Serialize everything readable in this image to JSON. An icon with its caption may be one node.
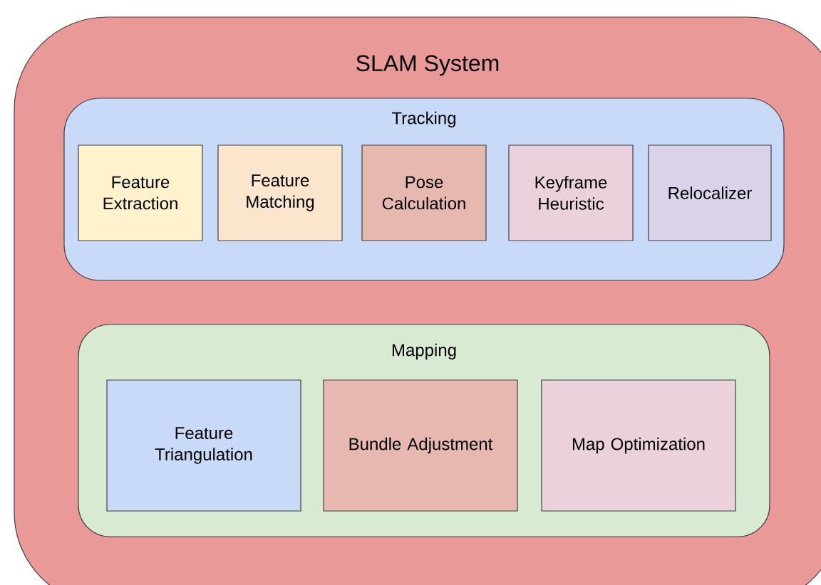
{
  "diagram": {
    "nodes": [
      {
        "text": [
          "SLAM System"
        ]
      },
      {
        "text": [
          "Tracking"
        ],
        "in": 0
      },
      {
        "text": [
          "Feature Extraction"
        ],
        "in": 1
      },
      {
        "text": [
          "Feature Matching"
        ],
        "in": 1
      },
      {
        "text": [
          "Pose Calculation"
        ],
        "in": 1
      },
      {
        "text": [
          "Keyframe Heuristic"
        ],
        "in": 1
      },
      {
        "text": [
          "Relocalizer"
        ],
        "in": 1
      },
      {
        "text": [
          "Mapping"
        ],
        "in": 0
      },
      {
        "text": [
          "Feature Triangulation"
        ],
        "in": 7
      },
      {
        "text": [
          "Bundle Adjustment"
        ],
        "in": 7
      },
      {
        "text": [
          "Map Optimization"
        ],
        "in": 7
      }
    ]
  }
}
